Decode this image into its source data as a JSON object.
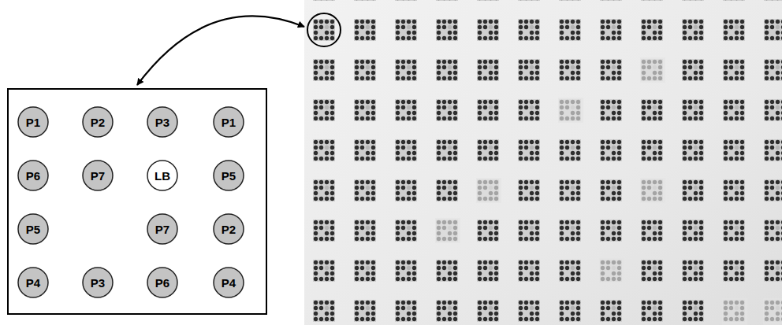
{
  "diagram": {
    "nodes": [
      {
        "text": [
          "P1"
        ]
      },
      {
        "text": [
          "P2"
        ]
      },
      {
        "text": [
          "P3"
        ]
      },
      {
        "text": [
          "P1"
        ]
      },
      {
        "text": [
          "P6"
        ]
      },
      {
        "text": [
          "P7"
        ]
      },
      {
        "text": [
          "LB"
        ]
      },
      {
        "text": [
          "P5"
        ]
      },
      {
        "text": [
          "P5"
        ]
      },
      {
        "text": [
          "P7"
        ]
      },
      {
        "text": [
          "P2"
        ]
      },
      {
        "text": [
          "P4"
        ]
      },
      {
        "text": [
          "P3"
        ]
      },
      {
        "text": [
          "P6"
        ]
      },
      {
        "text": [
          "P4"
        ]
      }
    ]
  }
}
